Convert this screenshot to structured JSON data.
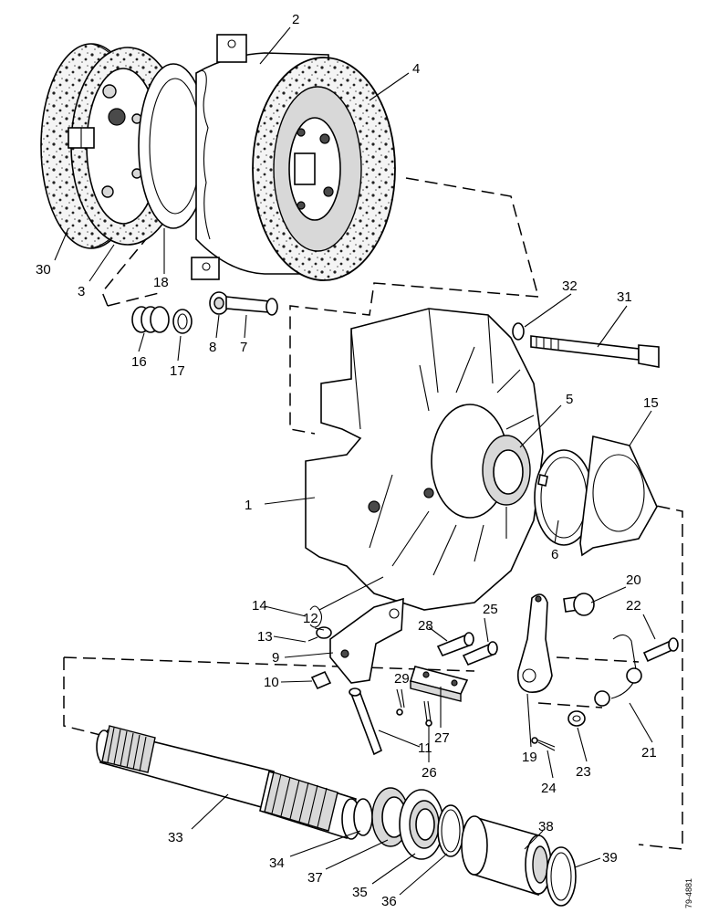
{
  "figure": {
    "reference_code": "79-4881",
    "callouts": [
      {
        "id": "c1",
        "text": "1"
      },
      {
        "id": "c2",
        "text": "2"
      },
      {
        "id": "c3",
        "text": "3"
      },
      {
        "id": "c4",
        "text": "4"
      },
      {
        "id": "c5",
        "text": "5"
      },
      {
        "id": "c6",
        "text": "6"
      },
      {
        "id": "c7",
        "text": "7"
      },
      {
        "id": "c8",
        "text": "8"
      },
      {
        "id": "c9",
        "text": "9"
      },
      {
        "id": "c10",
        "text": "10"
      },
      {
        "id": "c11",
        "text": "11"
      },
      {
        "id": "c12",
        "text": "12"
      },
      {
        "id": "c13",
        "text": "13"
      },
      {
        "id": "c14",
        "text": "14"
      },
      {
        "id": "c15",
        "text": "15"
      },
      {
        "id": "c16",
        "text": "16"
      },
      {
        "id": "c17",
        "text": "17"
      },
      {
        "id": "c18",
        "text": "18"
      },
      {
        "id": "c19",
        "text": "19"
      },
      {
        "id": "c20",
        "text": "20"
      },
      {
        "id": "c21",
        "text": "21"
      },
      {
        "id": "c22",
        "text": "22"
      },
      {
        "id": "c23",
        "text": "23"
      },
      {
        "id": "c24",
        "text": "24"
      },
      {
        "id": "c25",
        "text": "25"
      },
      {
        "id": "c26",
        "text": "26"
      },
      {
        "id": "c27",
        "text": "27"
      },
      {
        "id": "c28",
        "text": "28"
      },
      {
        "id": "c29",
        "text": "29"
      },
      {
        "id": "c30",
        "text": "30"
      },
      {
        "id": "c31",
        "text": "31"
      },
      {
        "id": "c32",
        "text": "32"
      },
      {
        "id": "c33",
        "text": "33"
      },
      {
        "id": "c34",
        "text": "34"
      },
      {
        "id": "c35",
        "text": "35"
      },
      {
        "id": "c36",
        "text": "36"
      },
      {
        "id": "c37",
        "text": "37"
      },
      {
        "id": "c38",
        "text": "38"
      },
      {
        "id": "c39",
        "text": "39"
      }
    ]
  }
}
